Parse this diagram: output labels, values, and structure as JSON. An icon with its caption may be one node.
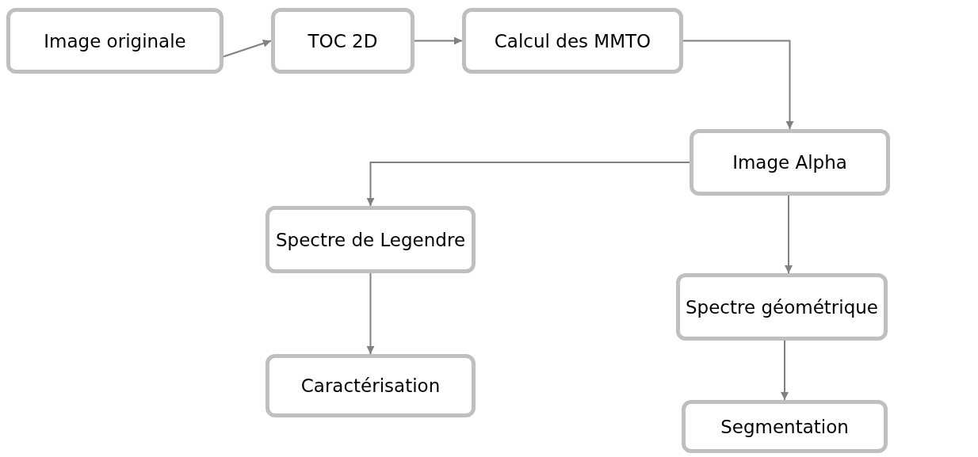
{
  "diagram": {
    "nodes": [
      {
        "text": [
          "Image originale"
        ]
      },
      {
        "text": [
          "TOC 2D"
        ]
      },
      {
        "text": [
          "Calcul des MMTO"
        ]
      },
      {
        "text": [
          "Image Alpha"
        ]
      },
      {
        "text": [
          "Spectre de Legendre"
        ]
      },
      {
        "text": [
          "Spectre géométrique"
        ]
      },
      {
        "text": [
          "Caractérisation"
        ]
      },
      {
        "text": [
          "Segmentation"
        ]
      }
    ],
    "edges": [
      {
        "from": 0,
        "to": 1,
        "arrow": "to"
      },
      {
        "from": 1,
        "to": 2,
        "arrow": "to"
      },
      {
        "from": 2,
        "to": 3,
        "arrow": "to"
      },
      {
        "from": 3,
        "to": 4,
        "arrow": "to"
      },
      {
        "from": 3,
        "to": 5,
        "arrow": "to"
      },
      {
        "from": 4,
        "to": 6,
        "arrow": "to"
      },
      {
        "from": 5,
        "to": 7,
        "arrow": "to"
      }
    ]
  }
}
